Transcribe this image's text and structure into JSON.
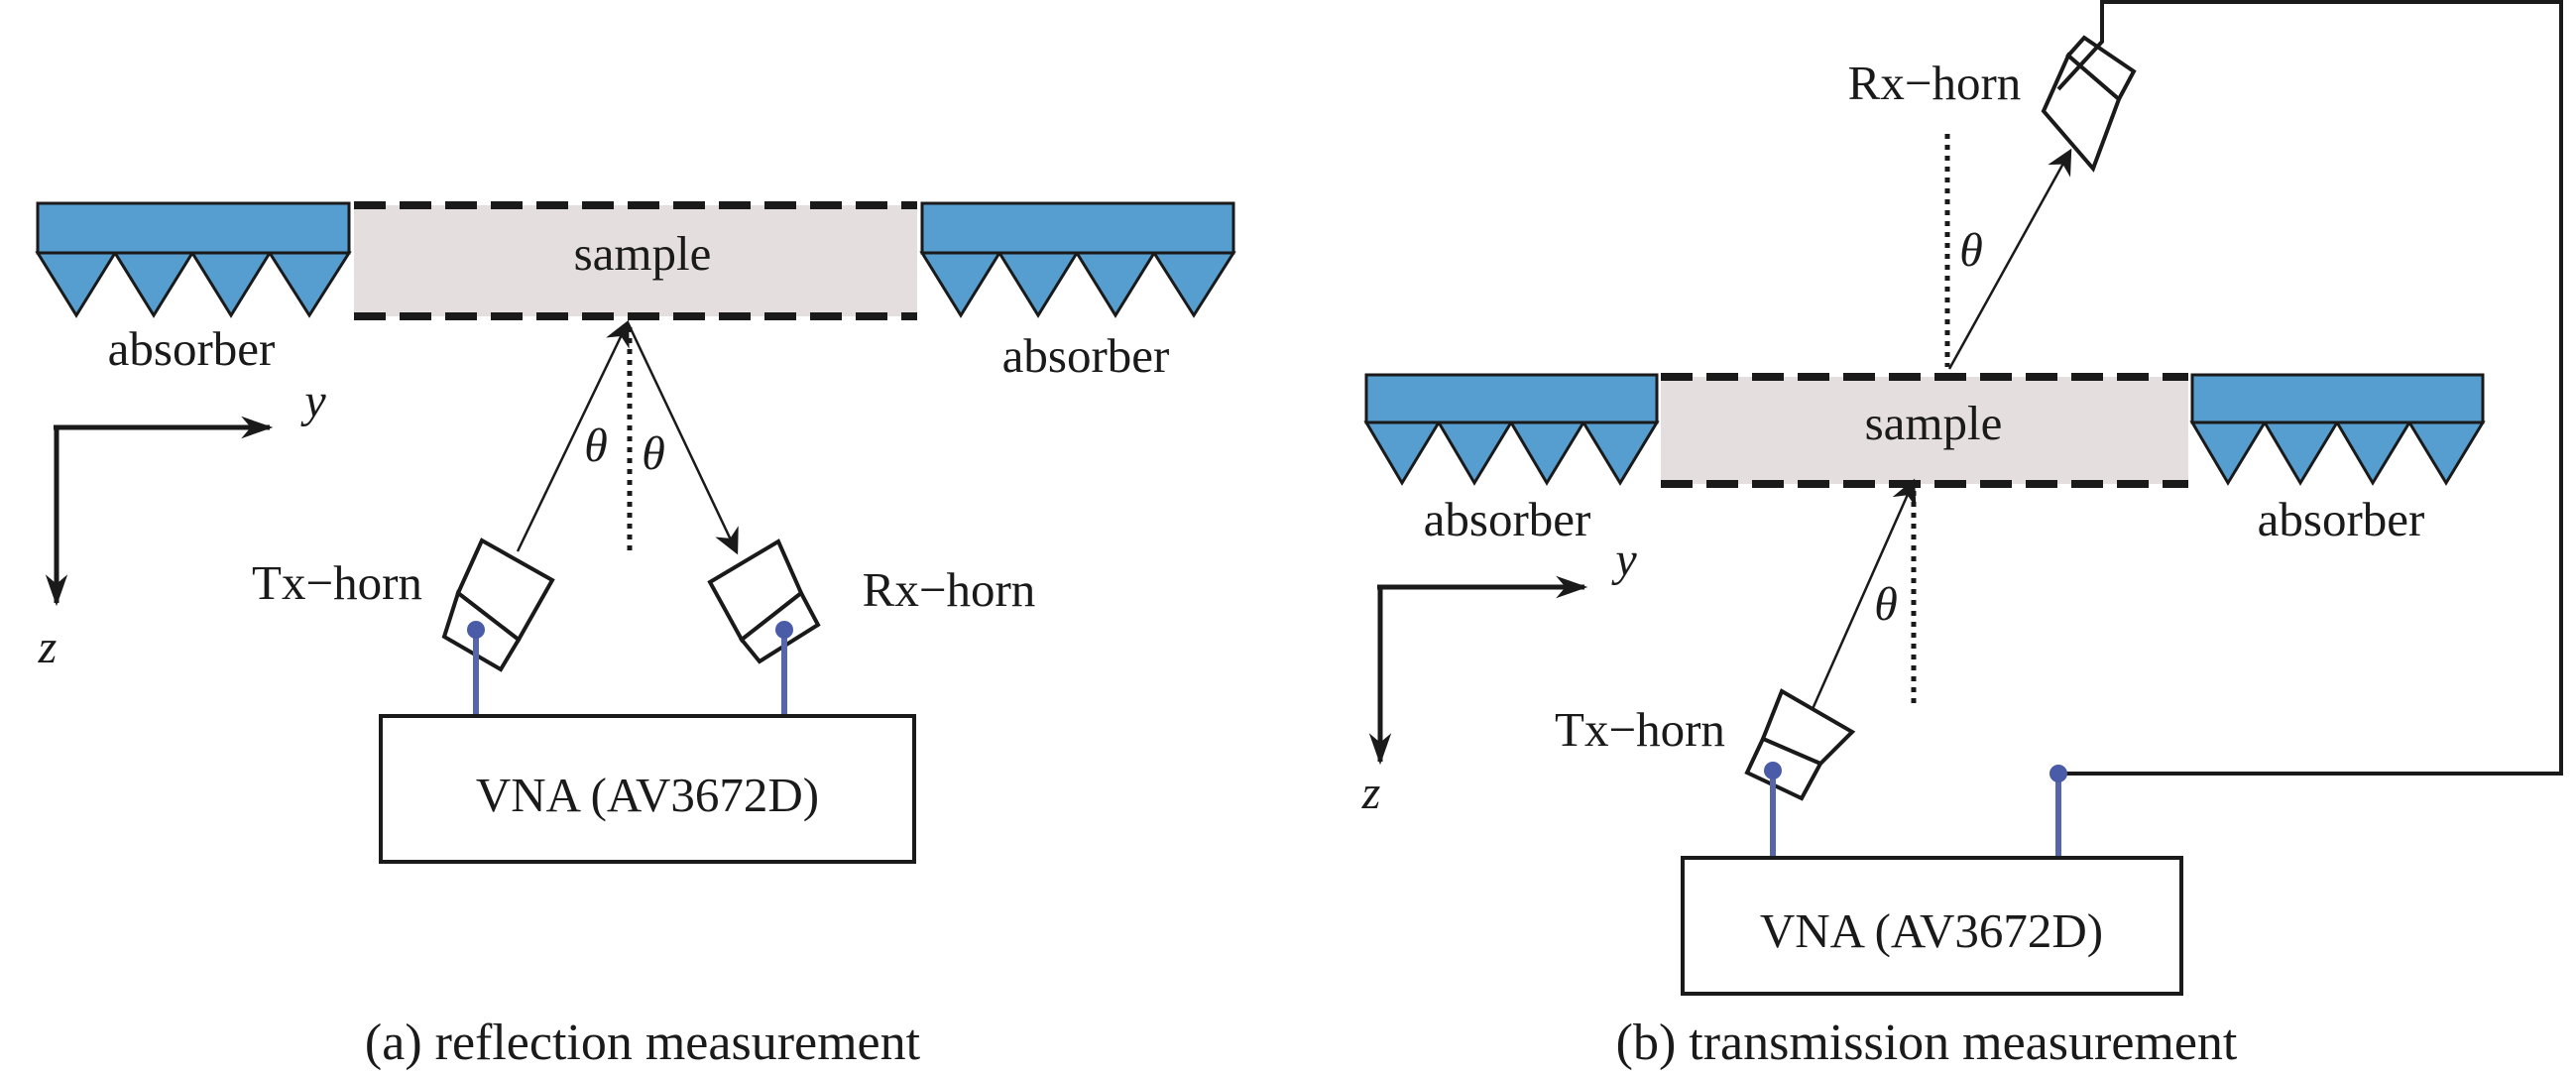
{
  "colors": {
    "absorber": "#559ECF",
    "sample": "#E5DEDE",
    "cable": "#5566AA",
    "ink": "#1a1a1a"
  },
  "labels": {
    "sample": "sample",
    "absorber": "absorber",
    "tx_horn": "Tx−horn",
    "rx_horn": "Rx−horn",
    "vna": "VNA (AV3672D)",
    "axis_y": "y",
    "axis_z": "z",
    "theta": "θ"
  },
  "panels": [
    {
      "id": "a",
      "caption": "(a) reflection measurement"
    },
    {
      "id": "b",
      "caption": "(b) transmission measurement"
    }
  ]
}
